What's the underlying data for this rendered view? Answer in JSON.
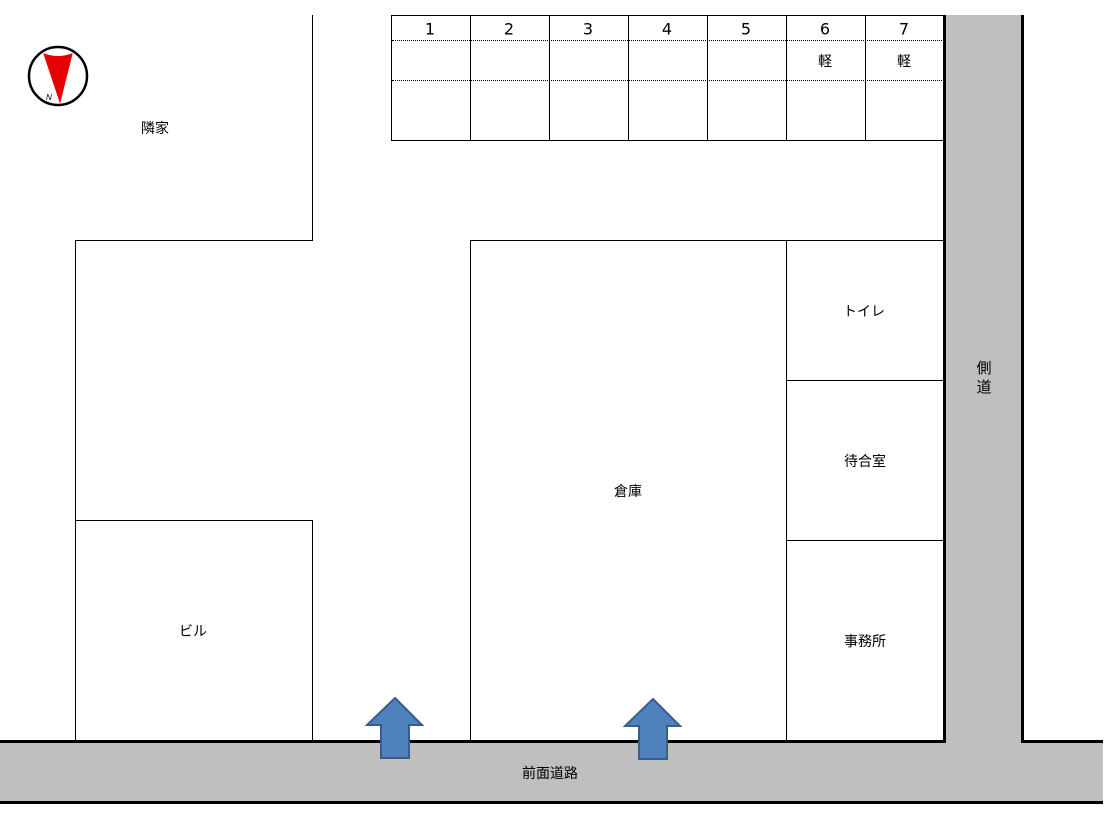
{
  "diagram": {
    "type": "site-map",
    "compass": {
      "label": "N",
      "needle_color": "#e60000"
    },
    "areas": {
      "neighbor_house": "隣家",
      "building": "ビル",
      "warehouse": "倉庫",
      "toilet": "トイレ",
      "waiting_room": "待合室",
      "office": "事務所"
    },
    "roads": {
      "front_road": "前面道路",
      "side_road": "側道",
      "color": "#bfbfbf"
    },
    "parking": {
      "spaces": [
        {
          "number": "1",
          "note": ""
        },
        {
          "number": "2",
          "note": ""
        },
        {
          "number": "3",
          "note": ""
        },
        {
          "number": "4",
          "note": ""
        },
        {
          "number": "5",
          "note": ""
        },
        {
          "number": "6",
          "note": "軽"
        },
        {
          "number": "7",
          "note": "軽"
        }
      ]
    },
    "entrance_arrows": {
      "count": 2,
      "fill": "#4f81bd",
      "stroke": "#385d8a"
    }
  }
}
